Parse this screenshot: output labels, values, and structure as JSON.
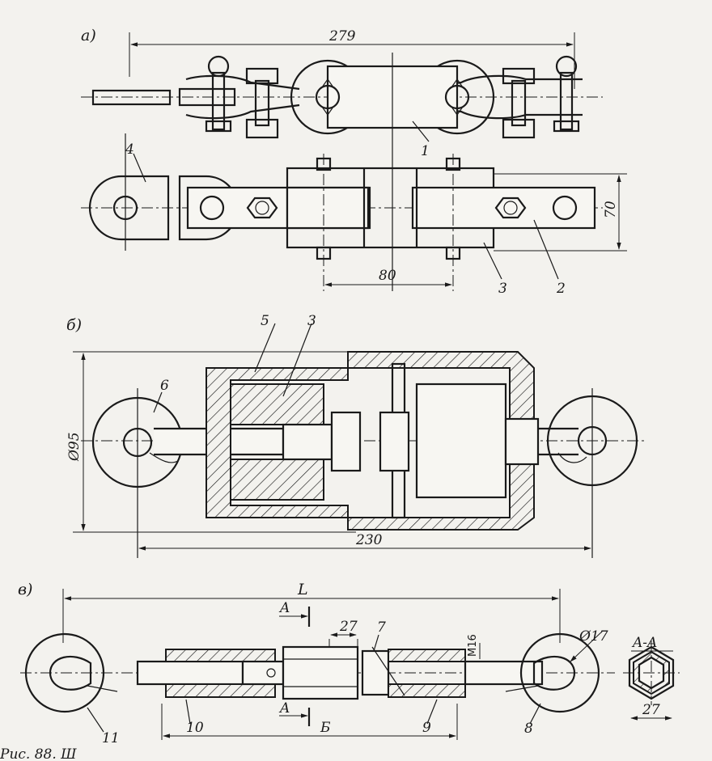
{
  "view_a": {
    "label": "а)",
    "dim_total": "279",
    "dim_height": "70",
    "dim_spacing": "80",
    "part_1": "1",
    "part_2": "2",
    "part_3": "3",
    "part_4": "4"
  },
  "view_b": {
    "label": "б)",
    "dim_diameter": "Ø95",
    "dim_length": "230",
    "part_3": "3",
    "part_5": "5",
    "part_6": "6"
  },
  "view_c": {
    "label": "в)",
    "dim_total": "L",
    "dim_27": "27",
    "dim_thread": "M16",
    "dim_hole": "Ø17",
    "dim_bottom": "Б",
    "section_mark_top": "A",
    "section_mark_bottom": "A",
    "section_title": "A-A",
    "section_dim": "27",
    "part_7": "7",
    "part_8": "8",
    "part_9": "9",
    "part_10": "10",
    "part_11": "11"
  },
  "caption": "Рис. 88. Ш"
}
